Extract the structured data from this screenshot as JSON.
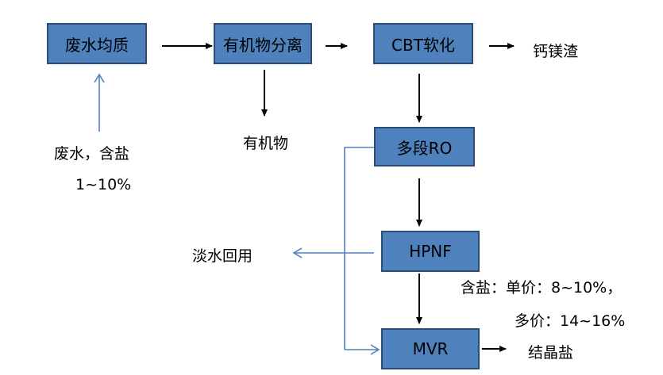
{
  "nodes": {
    "homogenize": "废水均质",
    "organic_separation": "有机物分离",
    "cbt_softening": "CBT软化",
    "multi_ro": "多段RO",
    "hpnf": "HPNF",
    "mvr": "MVR"
  },
  "labels": {
    "feed_line1": "废水，含盐",
    "feed_line2": "1~10%",
    "organics": "有机物",
    "ca_mg_sludge": "钙镁渣",
    "fresh_water_reuse": "淡水回用",
    "salt_line1": "含盐：单价：8~10%，",
    "salt_line2": "多价：14~16%",
    "crystal_salt": "结晶盐"
  },
  "colors": {
    "box_fill": "#4f81bd",
    "box_border": "#2c4d75",
    "black_arrow": "#000000",
    "blue_arrow": "#4f81bd"
  }
}
